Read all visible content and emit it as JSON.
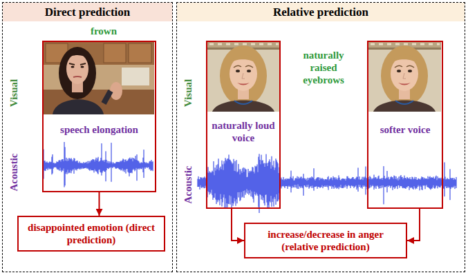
{
  "diagram": {
    "nodes": [
      {
        "text": [
          "Direct prediction"
        ]
      },
      {
        "text": [
          "speech elongation"
        ],
        "in": 0
      },
      {
        "text": [
          "disappointed emotion (direct prediction)"
        ],
        "in": 0
      },
      {
        "text": [
          "Relative prediction"
        ]
      },
      {
        "text": [
          "naturally loud voice"
        ],
        "in": 3
      },
      {
        "text": [
          "softer voice"
        ],
        "in": 3
      },
      {
        "text": [
          "increase/decrease in anger (relative prediction)"
        ],
        "in": 3
      }
    ],
    "edges": [
      {
        "from": 1,
        "to": 2,
        "arrow": "to"
      },
      {
        "from": 4,
        "to": 6,
        "arrow": "to"
      },
      {
        "from": 5,
        "to": 6,
        "arrow": "to"
      }
    ],
    "labels": [
      "frown",
      "Visual",
      "Acoustic",
      "naturally raised eyebrows",
      "Visual",
      "Acoustic"
    ]
  }
}
